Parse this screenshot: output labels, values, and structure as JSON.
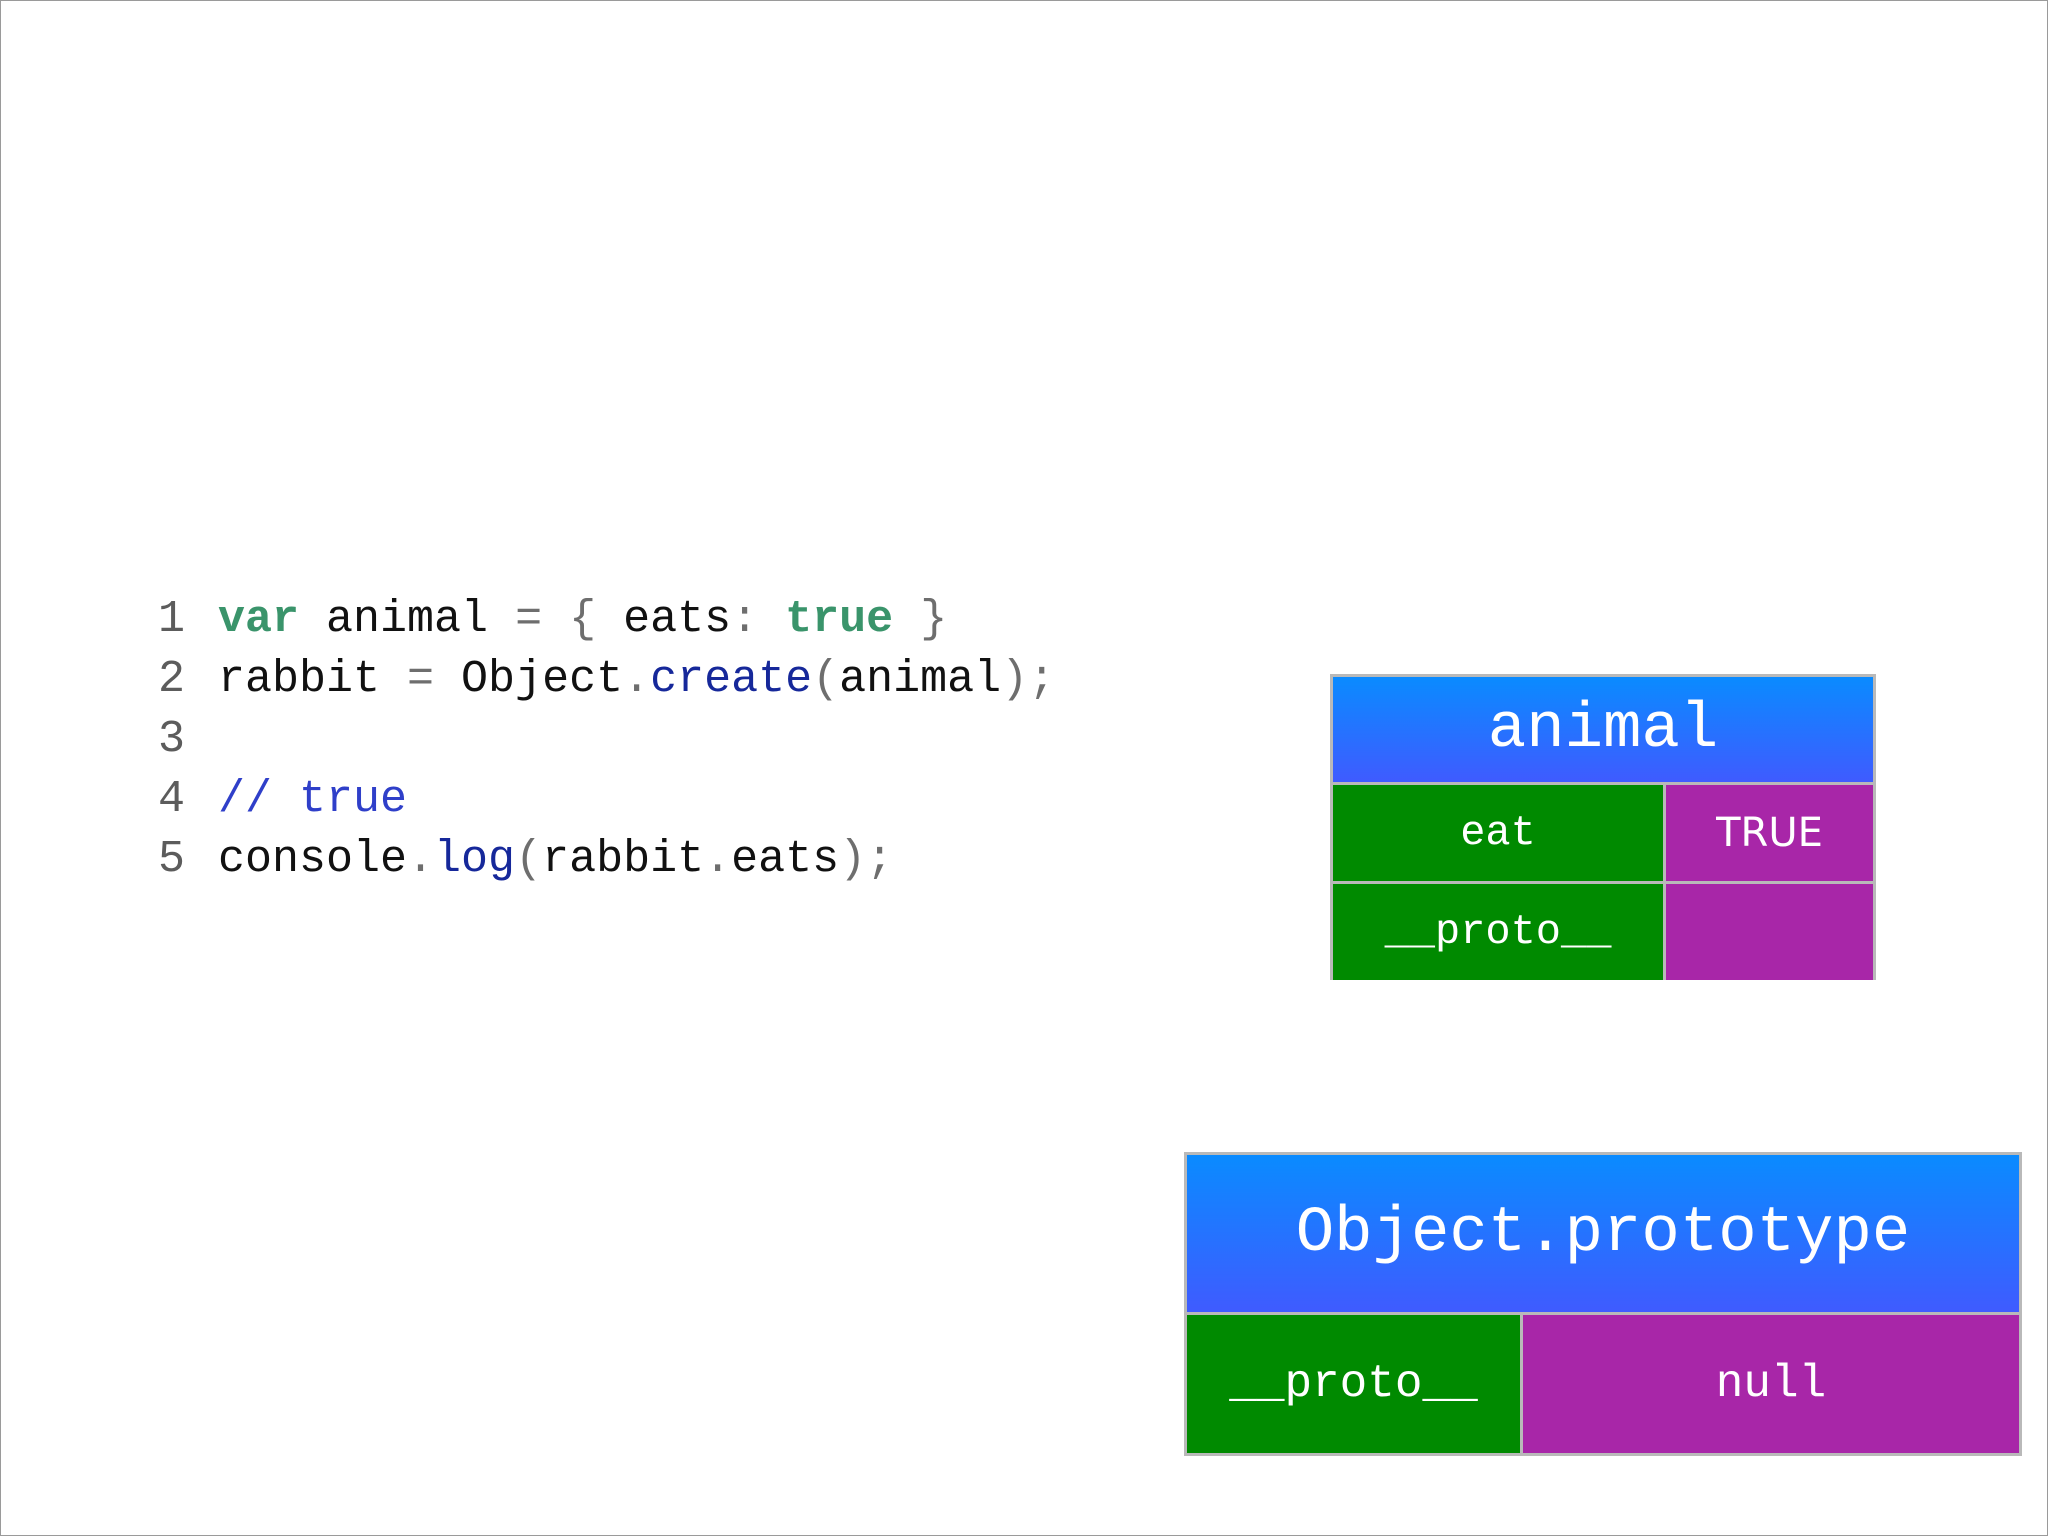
{
  "code": {
    "lines": [
      {
        "number": "1",
        "tokens": [
          "var",
          " animal ",
          "=",
          " ",
          "{",
          " eats",
          ":",
          " ",
          "true",
          " ",
          "}"
        ]
      },
      {
        "number": "2",
        "tokens": [
          "rabbit ",
          "=",
          " Object",
          ".",
          "create",
          "(",
          "animal",
          ")",
          ";"
        ]
      },
      {
        "number": "3",
        "tokens": []
      },
      {
        "number": "4",
        "tokens": [
          "// true"
        ]
      },
      {
        "number": "5",
        "tokens": [
          "console",
          ".",
          "log",
          "(",
          "rabbit",
          ".",
          "eats",
          ")",
          ";"
        ]
      }
    ]
  },
  "animal_box": {
    "title": "animal",
    "rows": [
      {
        "key": "eat",
        "value": "TRUE"
      },
      {
        "key": "__proto__",
        "value": ""
      }
    ]
  },
  "object_prototype_box": {
    "title": "Object.prototype",
    "rows": [
      {
        "key": "__proto__",
        "value": "null"
      }
    ]
  },
  "colors": {
    "keyword": "#3a946b",
    "function": "#16289a",
    "comment": "#2f3fc9",
    "header_top": "#0a8bff",
    "header_bottom": "#3f5bff",
    "key_cell": "#008a00",
    "value_cell": "#a826a8"
  }
}
